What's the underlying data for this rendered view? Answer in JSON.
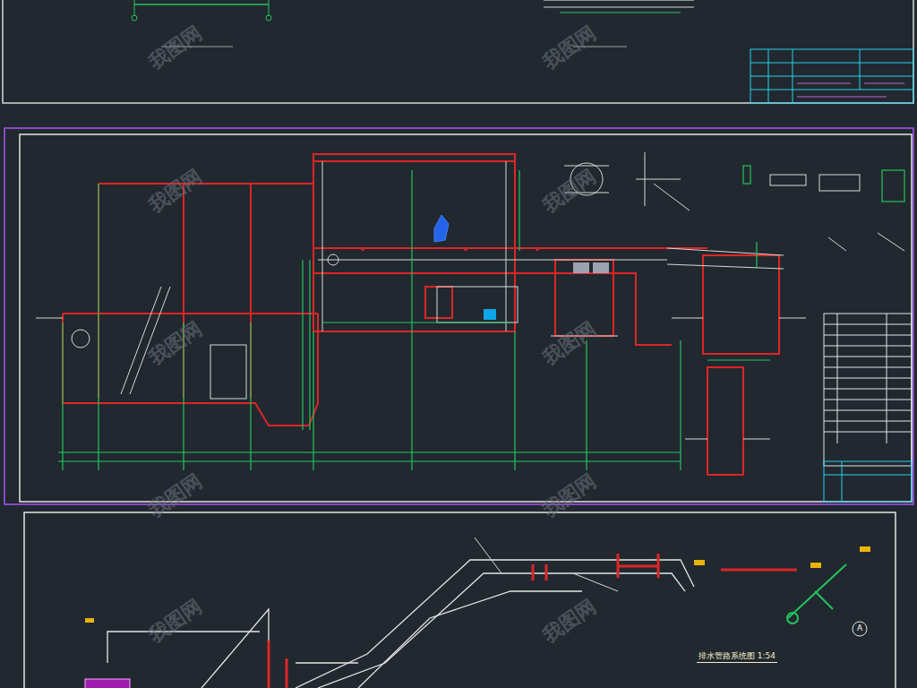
{
  "diagram": {
    "labels": [
      "我图网",
      "我图网",
      "我图网",
      "我图网",
      "我图网",
      "我图网",
      "我图网",
      "我图网",
      "我图网",
      "我图网",
      "排水管路系统图 1:54",
      "A"
    ]
  }
}
